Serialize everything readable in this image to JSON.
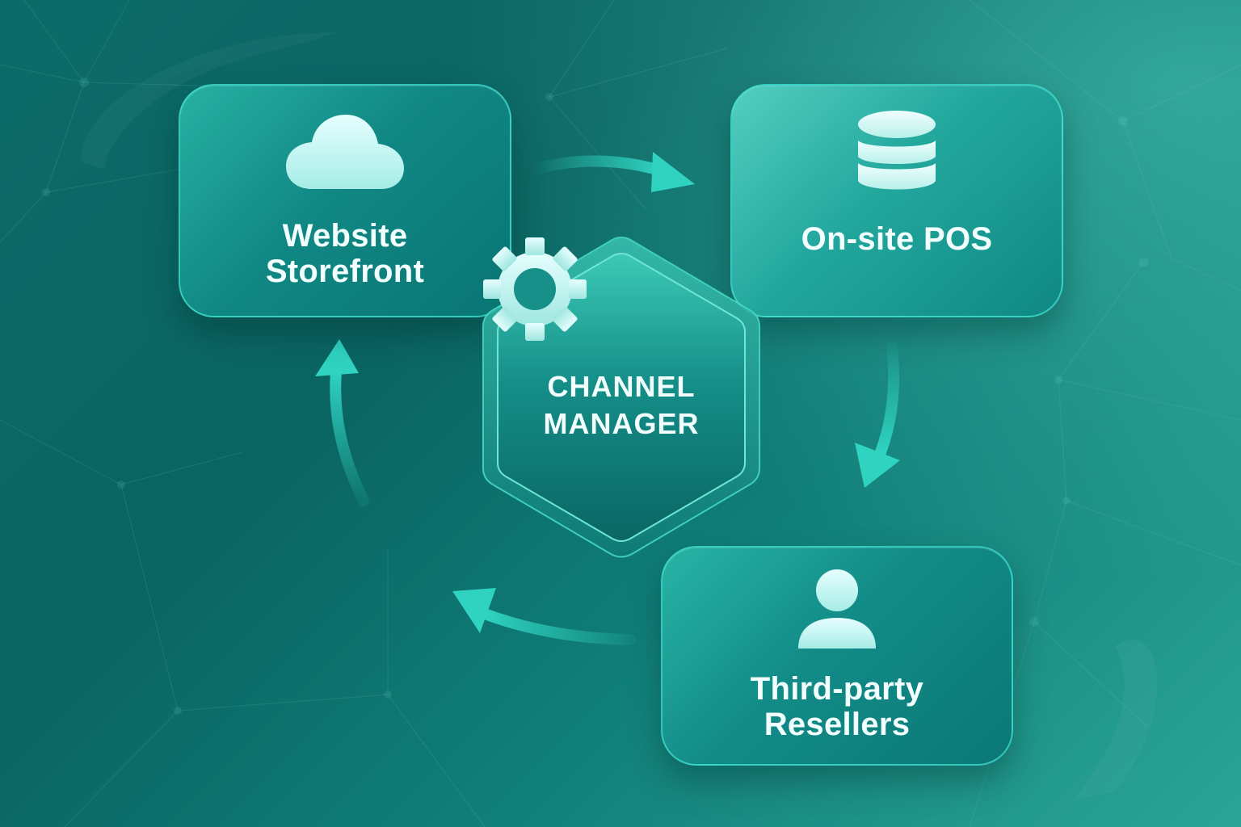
{
  "diagram": {
    "title": "Channel Manager flow",
    "hub": {
      "label_line1": "CHANNEL",
      "label_line2": "MANAGER",
      "icon": "gear-icon"
    },
    "nodes": [
      {
        "id": "website",
        "label_line1": "Website",
        "label_line2": "Storefront",
        "icon": "cloud-icon"
      },
      {
        "id": "pos",
        "label_line1": "On-site POS",
        "label_line2": "",
        "icon": "database-icon"
      },
      {
        "id": "resellers",
        "label_line1": "Third-party",
        "label_line2": "Resellers",
        "icon": "user-icon"
      }
    ],
    "flow": [
      "Website Storefront → On-site POS",
      "On-site POS → Third-party Resellers",
      "Third-party Resellers → Website Storefront"
    ],
    "colors": {
      "accent": "#2fd3c0",
      "background": "#0a6461",
      "text": "#f2ffff",
      "icon": "#c8f7f2"
    }
  }
}
